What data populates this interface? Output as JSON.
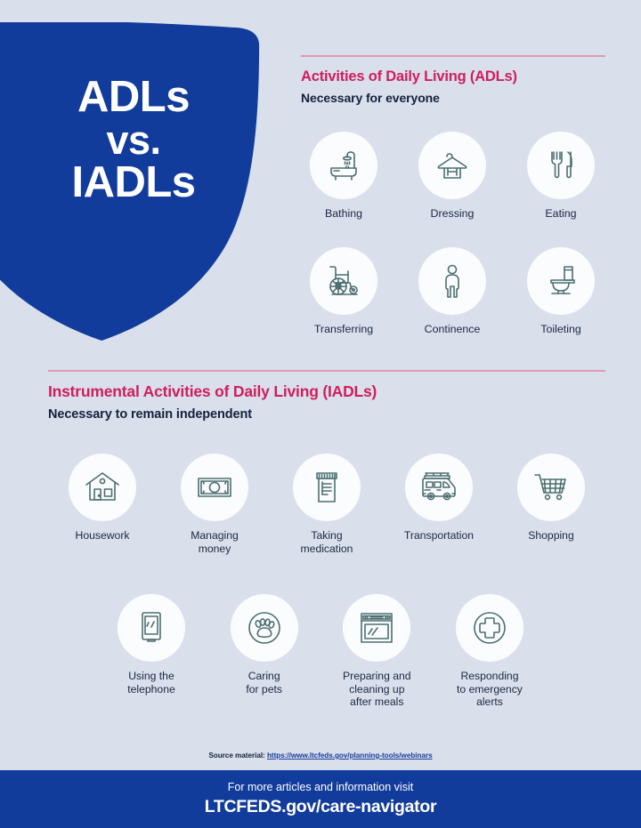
{
  "colors": {
    "background": "#d9e0ec",
    "shield_blue": "#123c9c",
    "heading_pink": "#d01e5c",
    "divider_pink": "#df9bb6",
    "icon_stroke": "#4c6f71",
    "label_navy": "#1c2740",
    "footer_blue": "#123c9c"
  },
  "shield": {
    "line1": "ADLs",
    "line2": "vs.",
    "line3": "IADLs"
  },
  "adl": {
    "title": "Activities of Daily Living (ADLs)",
    "subtitle": "Necessary for everyone",
    "items": [
      {
        "label": "Bathing",
        "icon": "bathtub-shower-icon"
      },
      {
        "label": "Dressing",
        "icon": "clothes-hanger-icon"
      },
      {
        "label": "Eating",
        "icon": "fork-knife-icon"
      },
      {
        "label": "Transferring",
        "icon": "wheelchair-icon"
      },
      {
        "label": "Continence",
        "icon": "person-standing-icon"
      },
      {
        "label": "Toileting",
        "icon": "toilet-icon"
      }
    ]
  },
  "iadl": {
    "title": "Instrumental Activities of Daily Living (IADLs)",
    "subtitle": "Necessary to remain independent",
    "items": [
      {
        "label": "Housework",
        "icon": "house-icon"
      },
      {
        "label": "Managing\nmoney",
        "icon": "banknote-icon"
      },
      {
        "label": "Taking\nmedication",
        "icon": "pill-bottle-icon"
      },
      {
        "label": "Transportation",
        "icon": "van-bus-icon"
      },
      {
        "label": "Shopping",
        "icon": "shopping-cart-icon"
      },
      {
        "label": "Using the\ntelephone",
        "icon": "smartphone-icon"
      },
      {
        "label": "Caring\nfor pets",
        "icon": "paw-print-icon"
      },
      {
        "label": "Preparing and\ncleaning up\nafter meals",
        "icon": "oven-icon"
      },
      {
        "label": "Responding\nto emergency\nalerts",
        "icon": "medical-cross-icon"
      }
    ]
  },
  "source": {
    "prefix": "Source material: ",
    "url": "https://www.ltcfeds.gov/planning-tools/webinars"
  },
  "footer": {
    "line1": "For more articles and information visit",
    "line2": "LTCFEDS.gov/care-navigator"
  }
}
